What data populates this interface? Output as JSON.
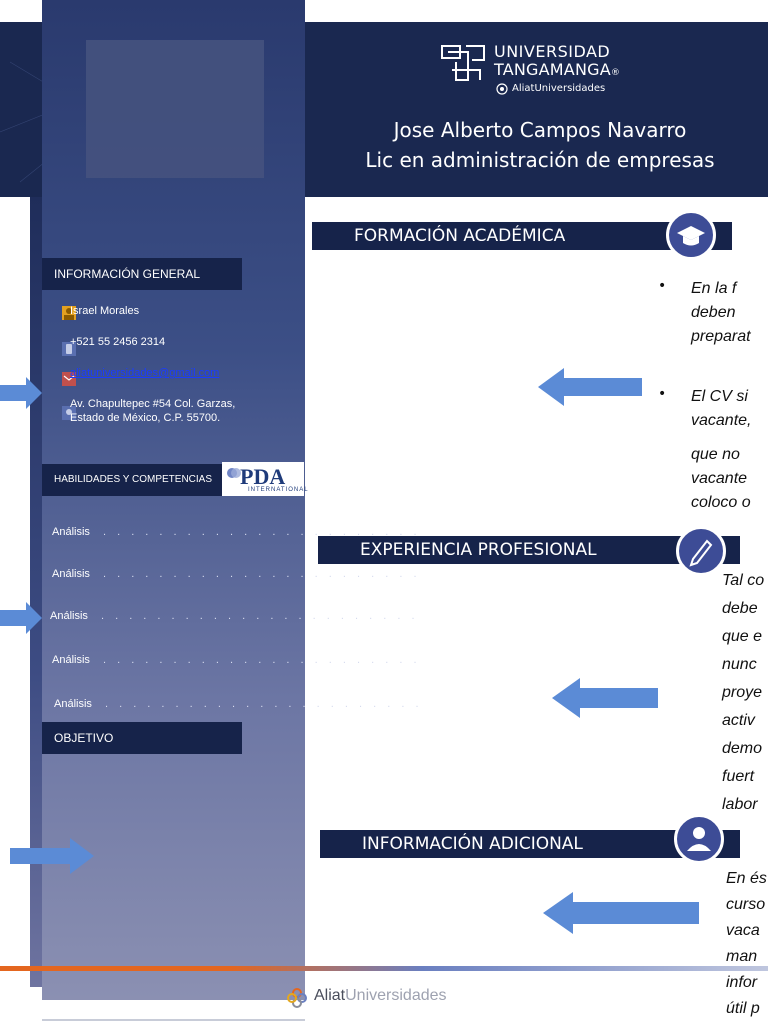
{
  "header": {
    "university_line1": "UNIVERSIDAD",
    "university_line2": "TANGAMANGA",
    "registered": "®",
    "aliat_small": "AliatUniversidades",
    "name": "Jose Alberto Campos Navarro",
    "degree": "Lic en administración de empresas"
  },
  "sidebar": {
    "info_label": "INFORMACIÓN GENERAL",
    "contact_name": "Israel Morales",
    "phone": "+521 55 2456 2314",
    "email": "aliatuniversidades@gmail.com",
    "address_line1": "Av. Chapultepec #54 Col. Garzas,",
    "address_line2": "Estado de México, C.P. 55700.",
    "skills_label": "HABILIDADES Y COMPETENCIAS",
    "pda_logo": "PDA",
    "pda_sub": "INTERNATIONAL",
    "skills": [
      "Análisis",
      "Análisis",
      "Análisis",
      "Análisis",
      "Análisis"
    ],
    "skill_dots": ". . . . . . . . . . . . . . . . . . . . . . .",
    "objective_label": "OBJETIVO"
  },
  "sections": {
    "formacion": {
      "title": "FORMACIÓN ACADÉMICA",
      "bullet1_lines": [
        "En  la  f",
        "deben",
        "preparat"
      ],
      "bullet2_lines": [
        "El  CV  si",
        "vacante,",
        "que  no",
        "vacante",
        "coloco o"
      ]
    },
    "experiencia": {
      "title": "EXPERIENCIA PROFESIONAL",
      "lines": [
        "Tal co",
        "debe",
        "que e",
        "nunc",
        "proye",
        "activ",
        "demo",
        "fuert",
        "labor"
      ]
    },
    "adicional": {
      "title": "INFORMACIÓN ADICIONAL",
      "lines": [
        "En és",
        "curso",
        "vaca",
        "man",
        "infor",
        "útil p"
      ]
    }
  },
  "footer": {
    "brand_bold": "Aliat",
    "brand_light": "Universidades"
  },
  "colors": {
    "navy": "#16234a",
    "header": "#1a2850",
    "arrow": "#5b8bd6",
    "icon_circle": "#3d4c96",
    "footer_orange": "#e4661f"
  }
}
